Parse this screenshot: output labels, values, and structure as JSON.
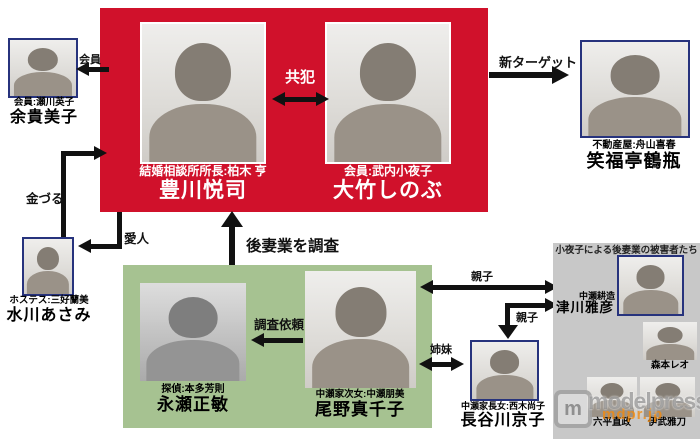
{
  "palette": {
    "red_box": "#d0112b",
    "green_box": "#a6c291",
    "gray_box": "#c8c8c8",
    "photo_border": "#27337d",
    "arrow": "#111111"
  },
  "red_box": {
    "left_person": {
      "role": "結婚相談所所長:柏木 亨",
      "name": "豊川悦司"
    },
    "right_person": {
      "role": "会員:武内小夜子",
      "name": "大竹しのぶ"
    },
    "relation": "共犯"
  },
  "green_box": {
    "investigate_label": "後妻業を調査",
    "request_label": "調査依頼",
    "detective": {
      "role": "探偵:本多芳則",
      "name": "永瀬正敏"
    },
    "daughter2": {
      "role": "中瀬家次女:中瀬朋美",
      "name": "尾野真千子"
    }
  },
  "gray_box": {
    "title": "小夜子による後妻業の被害者たち",
    "victim1": {
      "role": "中瀬耕造",
      "name": "津川雅彦"
    },
    "victim2": {
      "name": "森本レオ"
    },
    "victim3": {
      "name": "六平直政"
    },
    "victim4": {
      "name": "伊武雅刀"
    }
  },
  "members": {
    "yoki": {
      "role": "会員:瀬川英子",
      "name": "余貴美子"
    },
    "mizukawa": {
      "role": "ホステス:三好蘭美",
      "name": "水川あさみ"
    },
    "tsurube": {
      "role": "不動産屋:舟山喜春",
      "name": "笑福亭鶴瓶"
    },
    "hasegawa": {
      "role": "中瀬家長女:西木尚子",
      "name": "長谷川京子"
    }
  },
  "relations": {
    "member": "会員",
    "kanezuru": "金づる",
    "aijin": "愛人",
    "new_target": "新ターゲット",
    "oyako1": "親子",
    "oyako2": "親子",
    "shimai": "姉妹"
  },
  "watermark": {
    "logo": "m",
    "text": "modelpress",
    "sub": "mdpr.jp"
  }
}
